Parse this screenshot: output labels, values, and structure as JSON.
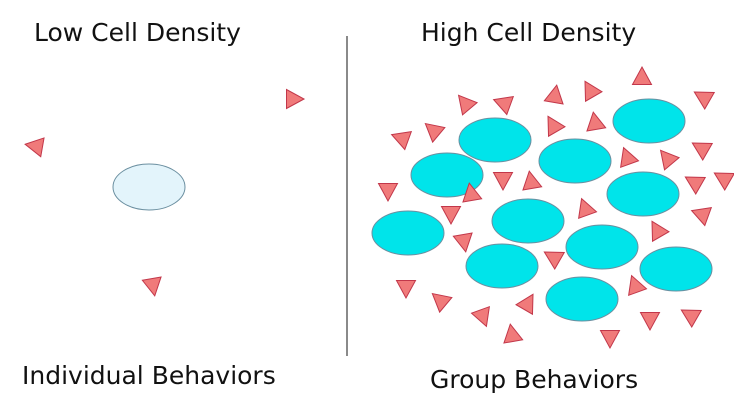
{
  "diagram": {
    "left_panel": {
      "title": "Low Cell Density",
      "caption": "Individual Behaviors"
    },
    "right_panel": {
      "title": "High Cell Density",
      "caption": "Group Behaviors"
    },
    "colors": {
      "signal_molecule": "#f07a7a",
      "signal_outline": "#c2374a",
      "cell_low_density": "#e3f4fb",
      "cell_high_density": "#00e4ea",
      "cell_outline": "#6b8fa0",
      "divider": "#8a8a8a"
    }
  }
}
